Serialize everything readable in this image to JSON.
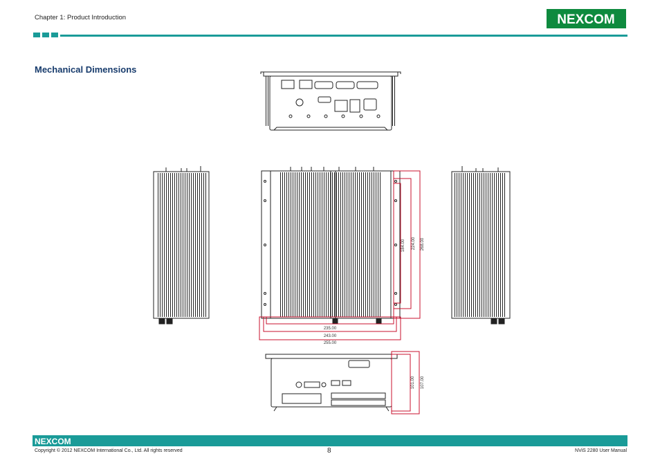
{
  "header": {
    "chapter": "Chapter 1: Product Introduction",
    "logo_text": "NEXCOM",
    "brand_color": "#1a9b98",
    "logo_green": "#0e8a3e"
  },
  "section": {
    "title": "Mechanical Dimensions"
  },
  "dimensions": {
    "width_inner": "235.00",
    "width_mid": "243.00",
    "width_outer": "255.00",
    "depth_inner": "184.00",
    "depth_mid": "224.00",
    "depth_outer": "268.00",
    "height_inner": "101.00",
    "height_outer": "107.00",
    "dim_color": "#c8102e"
  },
  "footer": {
    "logo_text": "NEXCOM",
    "copyright": "Copyright © 2012 NEXCOM International Co., Ltd. All rights reserved",
    "page_number": "8",
    "manual": "NViS 2280 User Manual"
  }
}
